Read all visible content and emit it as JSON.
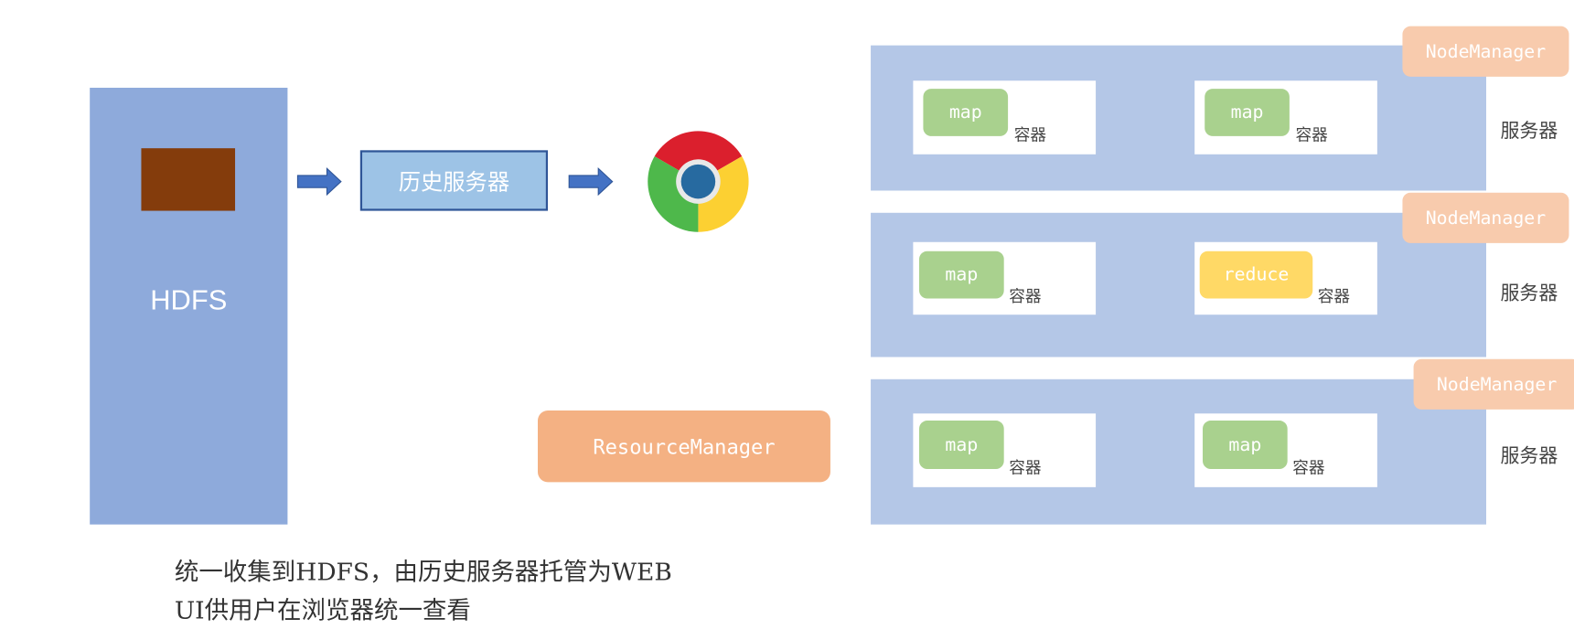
{
  "hdfs": {
    "label": "HDFS"
  },
  "history_server": {
    "label": "历史服务器"
  },
  "browser": {
    "icon": "chrome-icon"
  },
  "resource_manager": {
    "label": "ResourceManager"
  },
  "servers": [
    {
      "node_manager": "NodeManager",
      "label": "服务器",
      "containers": [
        {
          "task": "map",
          "label": "容器"
        },
        {
          "task": "map",
          "label": "容器"
        }
      ]
    },
    {
      "node_manager": "NodeManager",
      "label": "服务器",
      "containers": [
        {
          "task": "map",
          "label": "容器"
        },
        {
          "task": "reduce",
          "label": "容器"
        }
      ]
    },
    {
      "node_manager": "NodeManager",
      "label": "服务器",
      "containers": [
        {
          "task": "map",
          "label": "容器"
        },
        {
          "task": "map",
          "label": "容器"
        }
      ]
    }
  ],
  "caption": {
    "line1": "统一收集到HDFS，由历史服务器托管为WEB",
    "line2": "UI供用户在浏览器统一查看"
  },
  "colors": {
    "hdfs": "#8eaadb",
    "server": "#b4c7e7",
    "map": "#a9d18e",
    "reduce": "#ffd966",
    "node_manager": "#f8cbad",
    "resource_manager": "#f4b183",
    "arrow": "#4472c4"
  }
}
